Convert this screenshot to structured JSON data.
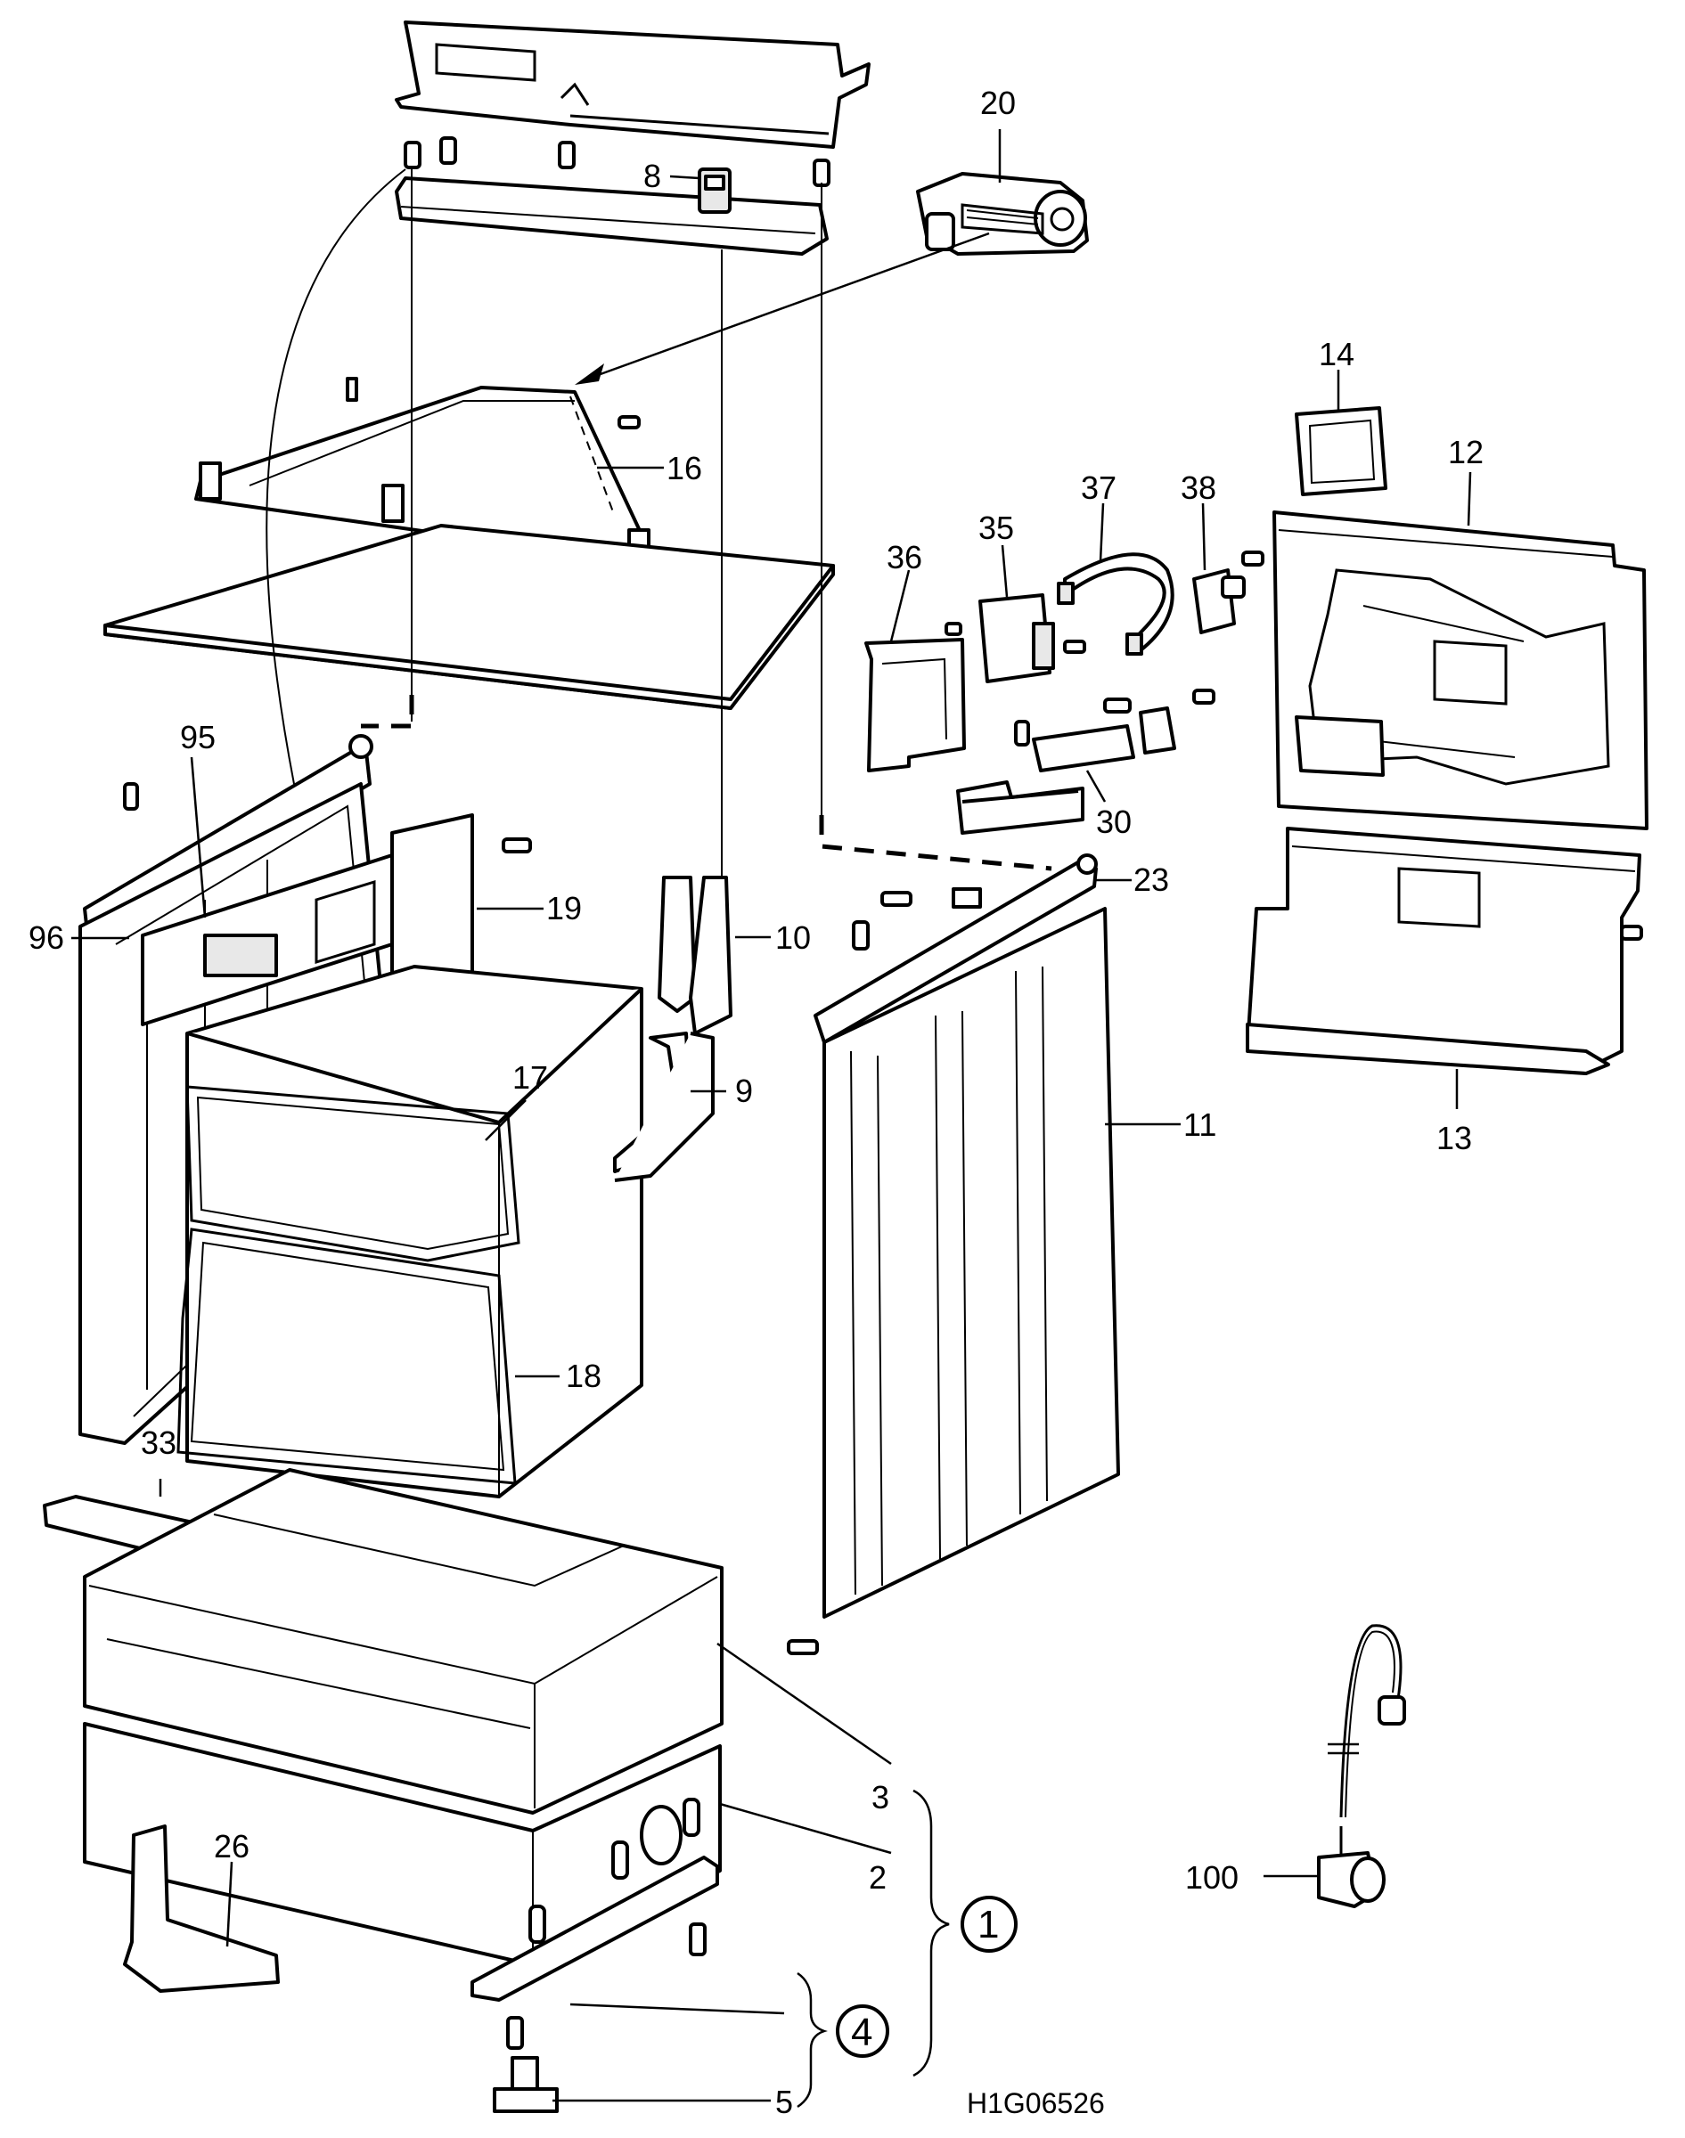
{
  "diagram_code": "H1G06526",
  "callouts": {
    "p20": "20",
    "p8": "8",
    "p14": "14",
    "p12": "12",
    "p16": "16",
    "p37": "37",
    "p38": "38",
    "p35": "35",
    "p36": "36",
    "p95": "95",
    "p30": "30",
    "p23": "23",
    "p19": "19",
    "p96": "96",
    "p10": "10",
    "p17": "17",
    "p9": "9",
    "p11": "11",
    "p13": "13",
    "p18": "18",
    "p33": "33",
    "p3": "3",
    "p26": "26",
    "p2": "2",
    "p100": "100",
    "p5": "5"
  },
  "groups": {
    "g1": "1",
    "g4": "4"
  }
}
